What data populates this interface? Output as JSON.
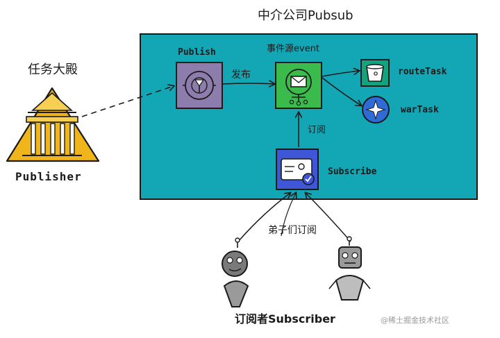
{
  "company_title": "中介公司Pubsub",
  "publisher": {
    "caption": "任务大殿",
    "name": "Publisher"
  },
  "publish": {
    "label": "Publish",
    "arrow_label": "发布"
  },
  "event_source": {
    "label": "事件源event",
    "subscribe_arrow_label": "订阅"
  },
  "tasks": [
    {
      "label": "routeTask"
    },
    {
      "label": "warTask"
    }
  ],
  "subscribe": {
    "label": "Subscribe"
  },
  "subscribers": {
    "arrow_label": "弟子们订阅",
    "caption": "订阅者Subscriber"
  },
  "watermark": "@稀土掘金技术社区",
  "colors": {
    "container": "#13a7b6",
    "publish_box": "#8c7dad",
    "event_box": "#3bbb4c",
    "route_box": "#14a37f",
    "war_icon": "#2e6bd6",
    "subscribe_box": "#3f56d6",
    "temple": "#f1b51c"
  }
}
